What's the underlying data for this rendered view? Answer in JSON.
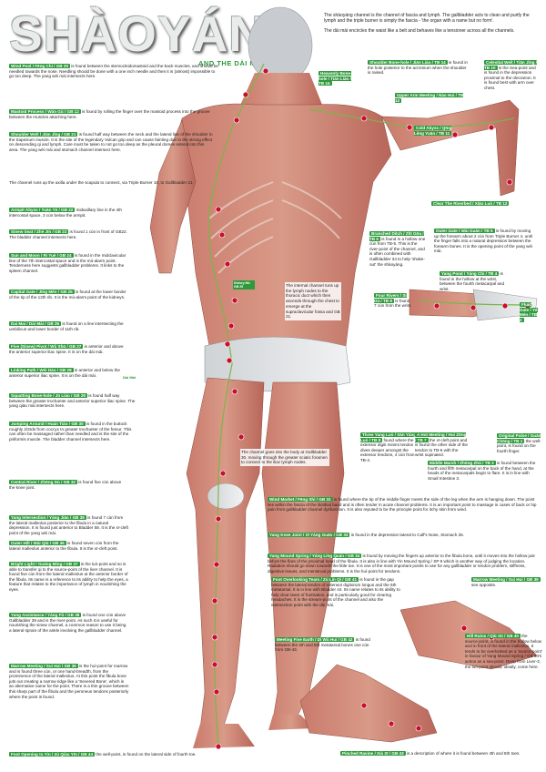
{
  "title": "SHÀOYÁNG",
  "subtitle": "AND THE DÀI MÀI",
  "intro": {
    "p1": "The shàoyáng channel is the channel of fascia and lymph. The gallbladder acts to clean and purify the lymph and the triple burner is simply the fascia - 'the organ with a name but no form'.",
    "p2": "The dài mài encircles the waist like a belt and behaves like a tensioner across all the channels."
  },
  "colors": {
    "accent": "#2f9a3c",
    "point": "#c8102e",
    "line": "#7ab648"
  },
  "left_points": [
    {
      "tag": "Wind Pool / Fēng Chí / GB 20",
      "text": " is found between the sternocleidomastoid and the back muscles, and should be needled towards the nose. Needling should be done with a one inch needle and then it is (almost) impossible to go too deep. The yang wéi mài intersects here."
    },
    {
      "tag": "Mastoid Process / Wán Gǔ / GB 12",
      "text": " is found by rolling the finger over the mastoid process into the groove between the muscles attaching here."
    },
    {
      "tag": "Shoulder Well / Jiān Jǐng / GB 21",
      "text": " is found half way between the neck and the lateral line of the shoulder in the trapezium muscle. It is the site of the legendary Vulcan grip and can cause fainting due to the strong effect on descending qi and lymph. Care must be taken to not go too deep as the pleural domes extend into this area. The yang wéi mài and stomach channel intersect here."
    },
    {
      "tag": "",
      "text": "The channel runs up the axilla under the scapula to connect, via Triple Burner 16, to Gallbladder 21."
    },
    {
      "tag": "Armpit Abyss / Yuān Yè / GB 22",
      "text": " midaxillary line in the 4th intercostal space, 3 cùn below the armpit."
    },
    {
      "tag": "Sinew Seat / Zhé Jīn / GB 23",
      "text": " is found 1 cùn in front of GB22. The bladder channel intersects here."
    },
    {
      "tag": "Sun and Moon / Rì Yuè / GB 24",
      "text": " is found in the midclavicular line of the 7th intercostal space and is the mù-alarm point. Tenderness here suggests gallbladder problems. It links to the spleen channel."
    },
    {
      "tag": "Capital Gate / Jīng Mén / GB 25",
      "text": " is found at the lower border of the tip of the 12th rib. It is the mù-alarm point of the kidneys."
    },
    {
      "tag": "Dai Mai / Dài Mài / GB 26",
      "text": " is found on a line intersecting the umbilicus and lower border of 11th rib."
    },
    {
      "tag": "Five (Sinew) Pivot / Wǔ Shū / GB 27",
      "text": " is anterior and above the anterior superior iliac spine. It is on the dài mài."
    },
    {
      "tag": "Linking Path / Wéi Dào / GB 28",
      "text": " is anterior and below the anterior superior iliac spine. It is on the dài mài."
    },
    {
      "tag": "Squatting Bone-hole / Jū Liáo / GB 29",
      "text": " is found half way between the greater trochanter and anterior superior iliac spine. The yang qiāo mài intersects here."
    },
    {
      "tag": "Jumping Around / Huán Tiào / GB 30",
      "text": " is found in the buttock roughly 2/3rds from coccyx to greater trochanter of the femur. This can often be massaged rather than needled and is the site of the piriformis muscle. The bladder channel intersects here."
    },
    {
      "tag": "Central River / Zhōng Dú / GB 32",
      "text": " is found five cùn above the knee joint."
    },
    {
      "tag": "Yang Intersection / Yáng Jiāo / GB 35",
      "text": " is found 7 cùn from the lateral malleolus posterior to the fibula in a natural depression. It is found just anterior to Bladder 58. It is the xī-cleft point of the yang wéi mài."
    },
    {
      "tag": "Outer Hill / Wài Qiū / GB 36",
      "text": " is found seven cùn from the lateral malleolus anterior to the fibula. It is the xī-cleft point."
    },
    {
      "tag": "Bright Light / Guāng Míng / GB 37",
      "text": " is the luò-point and so is able to transfer qi to the source-point of the liver channel. It is found five cùn from the lateral malleolus at the anterior border of the fibula. Its name is a reference to its ability to help the eyes, a feature that relates to the importance of lymph in nourishing the eyes."
    },
    {
      "tag": "Yang Assistance / Yáng Fǔ / GB 38",
      "text": " is found one cùn above Gallbladder 39 and is the river-point. As such it is useful for nourishing the sinew channel, a common reason to use it being a lateral sprain of the ankle involving the gallbladder channel."
    },
    {
      "tag": "Marrow Meeting / Suì Huì / GB 39",
      "text": " is the huì-point for marrow and is found three cùn, or one hand-breadth, from the prominence of the lateral malleolus. At this point the fibula bone juts out creating a narrow ridge like a 'Severed Bone', which is an alternative name for the point. There is a thin groove between this sharp part of the fibula and the peroneus tendons posteriorly where the point is found."
    },
    {
      "tag": "Foot Opening to Yin / Zú Qiào Yīn / GB 44",
      "text": " the well-point, is found on the lateral side of fourth toe."
    }
  ],
  "upper_points": [
    {
      "tag": "Heavenly Bone-hole / Tiān Liáo / TB 15",
      "text": ""
    },
    {
      "tag": "Shoulder Bone-hole / Jiān Liáo / TB 14",
      "text": " is found in the hole posterior to the acromium when the shoulder is raised."
    },
    {
      "tag": "Upper Arm Meeting / Nào Huì / TB 13",
      "text": ""
    },
    {
      "tag": "Cold Abyss / Qīng Lěng Yuān / TB 11",
      "text": ""
    },
    {
      "tag": "Celestial Well / Tiān Jǐng / TB 10",
      "text": " is the Sea-point and is found in the depression proximal to the olecranon. It is found best with arm over chest."
    },
    {
      "tag": "Clear The Riverbed / Xiāo Luò / TB 12",
      "text": ""
    },
    {
      "tag": "Branched Ditch / Zhī Gōu / TB 6",
      "text": " is found in a hollow one cùn from TB-5. This is the river-point of the channel, and is often combined with Gallbladder 34 to help 'shake-out' the shàoyáng."
    },
    {
      "tag": "Outer Gate / Wài Guān / TB 5",
      "text": " is found by moving up the forearm about 2 cùn from Triple Burner 4, until the finger falls into a natural depression between the forearm bones. It is the opening point of the yang wéi mài."
    },
    {
      "tag": "Four Rivers / Sì Dú / TB 9",
      "text": " is found 7 cùn from the wrist."
    },
    {
      "tag": "Yang Pond / Yáng Chí / TB 4",
      "text": " is found in the hollow at the wrist, between the fourth metacarpal and wrist."
    },
    {
      "tag": "Fluid Gate / Yè Mén / TB 2",
      "text": ""
    },
    {
      "tag": "Three Yang Luò / Sān Yáng Luò / TB 8",
      "text": " found where the extensor digiti minimi tendon dives deeper amongst the extensor tendons, 4 cùn from TB-4."
    },
    {
      "tag": "A Hot Meeting / Huì Zōng / TB 7",
      "text": " the xī-cleft point and is found the other side of the tendon to TB-6 with the wrist supinated."
    },
    {
      "tag": "Original Pulse / Guān Chōng / TB 1",
      "text": " the well-point, is found on the fourth finger."
    },
    {
      "tag": "Middle Marsh / Zhōng Zhǔ / TB 3",
      "text": " is found between the fourth and fifth metacarpal on the back of the hand, at the heads of the metacarpals begin to flare. It is in line with Small Intestine 3."
    }
  ],
  "mid_notes": {
    "channel_internal": "The internal channel runs up the lymph nodes to the thoracic duct which then ascends through the chest to emerge at the supraclavicular fossa and GB 21.",
    "gb30_note": "The channel goes into the body at Gallbladder 30, moving through the greater sciatic foramen to connect to the iliac lymph nodes.",
    "label_renal": "Kidney Mù GB 25",
    "label_dai": "Dài Mài"
  },
  "right_points": [
    {
      "tag": "Wind Market / Fēng Shì / GB 31",
      "text": " is found where the tip of the middle finger meets the side of the leg when the arm is hanging down. The point lies within the fascia of the iliotibial band and is often tender in acute channel problems. It is an important point to massage in cases of back or hip pain from gallbladder channel dysfunction. It is also reputed to be the principle point for itchy skin from wind."
    },
    {
      "tag": "Yang Knee Joint / Xī Yáng Guān / GB 33",
      "text": " is found in the depression lateral to Calf's Nose, Stomach 35."
    },
    {
      "tag": "Yang Mound Spring / Yáng Líng Quán / GB 34",
      "text": " is found by moving the fingers up anterior to the fibula bone, until it moves into the hollow just before the flare of the proximal head of the fibula. It is also in line with Yin Mound Spring / SP 9 which is another way of judging the location. Radiation should go down towards the little toe. It is one of the most important points to use for any gallbladder or tendon problem, stiffness, digestive issues, and menstrual problems. It is the huì-point for tendons."
    },
    {
      "tag": "Foot Overlooking Tears / Zú Lín Qì / GB 41",
      "text": " is found in the gap between the lateral tendon of extensor digitorum longus and the 5th metatarsal. It is in line with Bladder 44. Its name relates to its ability to help clear tears of frustration, and is particularly good for clearing headaches. It is the stream-point of the channel and also the intersection point with the dài mài."
    },
    {
      "tag": "Marrow Meeting / Suì Huì / GB 39",
      "text": " see opposite."
    },
    {
      "tag": "Hill Ruins / Qiū Xū / GB 40",
      "text": " the source-point, is found in the hollow below and in front of the lateral malleolus. It tends to be overlooked as a 'source-point' in favour of Yang Mound Spring / GB 34's action as a sea-point. Deep from Liver-3, the luò-point should, ideally, come here."
    },
    {
      "tag": "Meeting Five Earth / Dì Wǔ Huì / GB 42",
      "text": " is found between the 4th and 5th metatarsal bones one cùn from GB-43."
    },
    {
      "tag": "Pinched Ravine / Xiá Xī / GB 43",
      "text": " is a description of where it is found between 4th and 5th toes."
    }
  ]
}
